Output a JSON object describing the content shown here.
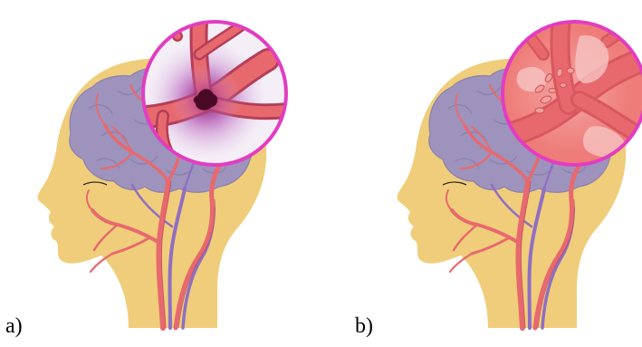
{
  "panels": [
    {
      "label": "a)",
      "zoom_type": "clot-blockage"
    },
    {
      "label": "b)",
      "zoom_type": "vessel-rupture-bleed"
    }
  ],
  "colors": {
    "skin": "#efcd7a",
    "brain": "#9d93bc",
    "artery": "#e7696e",
    "artery_outline": "#b43e58",
    "vein": "#8f6fc2",
    "zoom_ring": "#e23dc0",
    "clot": "#4a0a26",
    "bleed": "#ee7c78"
  },
  "icons": [
    "head-profile-icon",
    "brain-icon",
    "magnifier-circle-icon",
    "clot-icon",
    "bleed-icon"
  ]
}
